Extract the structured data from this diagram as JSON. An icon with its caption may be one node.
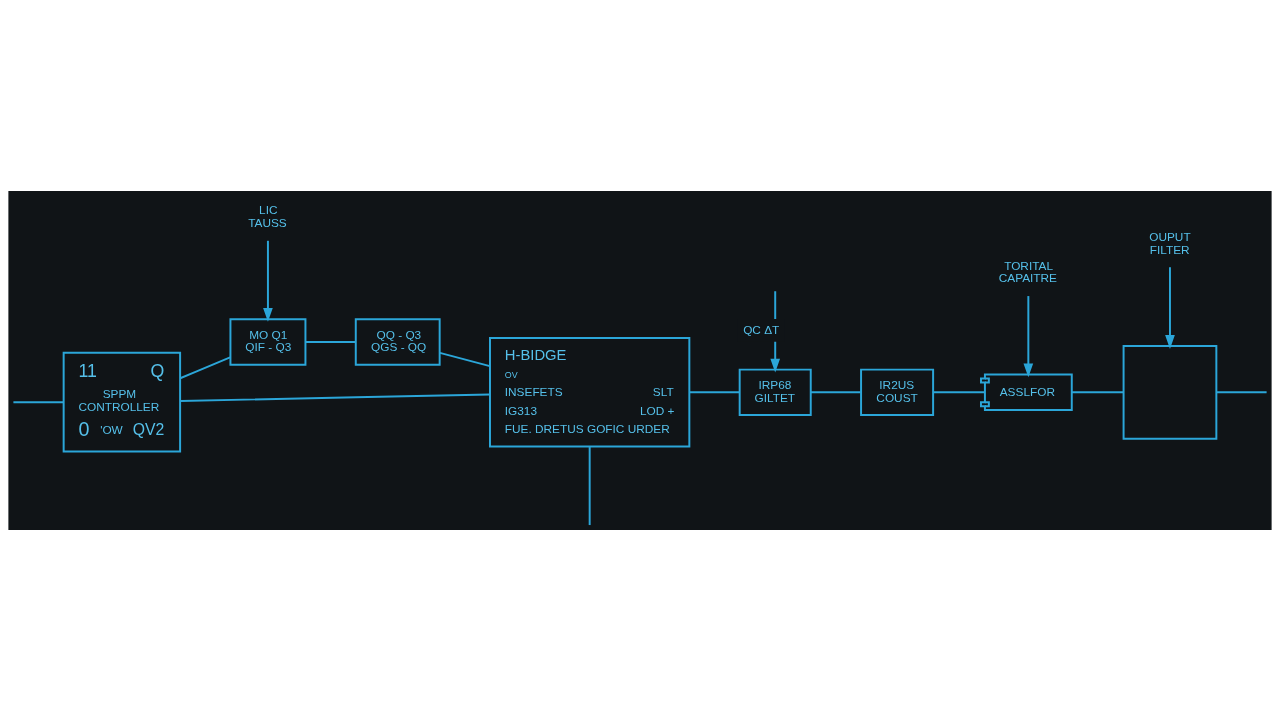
{
  "diagram": {
    "nodes": [
      {
        "text": [
          "11",
          "Q",
          "SPPM CONTROLLER",
          "0",
          "'OW",
          "QV2"
        ]
      },
      {
        "text": [
          "MO Q1 QIF - Q3"
        ]
      },
      {
        "text": [
          "QQ - Q3 QGS - QQ"
        ]
      },
      {
        "text": [
          "H-BIDGE",
          "OV",
          "INSEFETS",
          "SLT",
          "IG313",
          "LOD +",
          "FUE. DRETUS GOFIC URDER"
        ]
      },
      {
        "text": [
          "IRP68 GILTET"
        ]
      },
      {
        "text": [
          "IR2US COUST"
        ]
      },
      {
        "text": [
          "ASSLFOR"
        ]
      },
      {
        "text": [
          "TORITAL CAPAITRE"
        ]
      },
      {
        "text": [
          "OUPUT FILTER"
        ]
      },
      {
        "text": [],
        "shape": "box"
      },
      {
        "text": [
          "LIC TAUSS"
        ]
      }
    ],
    "edges": [
      {
        "from": null,
        "to": 0,
        "arrow": "none"
      },
      {
        "from": 0,
        "to": 3,
        "arrow": "none"
      },
      {
        "from": 0,
        "to": 1,
        "arrow": "none"
      },
      {
        "from": 1,
        "to": 2,
        "arrow": "none"
      },
      {
        "from": 2,
        "to": 3,
        "arrow": "none"
      },
      {
        "from": 3,
        "to": null,
        "arrow": "none"
      },
      {
        "from": 3,
        "to": 4,
        "arrow": "none"
      },
      {
        "from": null,
        "to": 4,
        "arrow": "to",
        "label": "QC ΔT"
      },
      {
        "from": 4,
        "to": 5,
        "arrow": "none"
      },
      {
        "from": 5,
        "to": 6,
        "arrow": "none"
      },
      {
        "from": 6,
        "to": 9,
        "arrow": "none"
      },
      {
        "from": 8,
        "to": 9,
        "arrow": "to"
      },
      {
        "from": 9,
        "to": null,
        "arrow": "none"
      },
      {
        "from": 7,
        "to": 6,
        "arrow": "to"
      },
      {
        "from": 10,
        "to": 1,
        "arrow": "to"
      }
    ]
  }
}
